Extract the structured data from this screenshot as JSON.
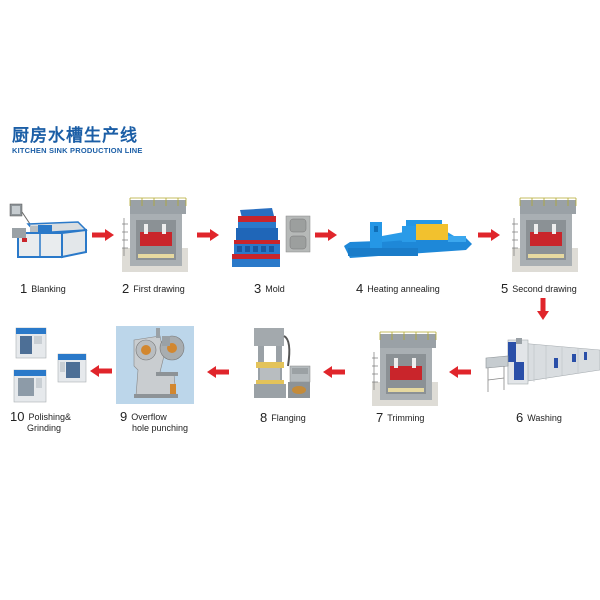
{
  "header": {
    "title_cn": "厨房水槽生产线",
    "title_en": "KITCHEN SINK PRODUCTION LINE"
  },
  "colors": {
    "title_blue": "#1b5ea6",
    "arrow_red": "#e0252b",
    "machine_blue": "#2a79c9",
    "machine_gray": "#9aa1a6",
    "press_red": "#c9252b",
    "annealing_yellow": "#f2c12e"
  },
  "steps": [
    {
      "num": "1",
      "label": "Blanking",
      "icon": "blanking-machine-icon"
    },
    {
      "num": "2",
      "label": "First drawing",
      "icon": "drawing-press-icon"
    },
    {
      "num": "3",
      "label": "Mold",
      "icon": "mold-icon"
    },
    {
      "num": "4",
      "label": "Heating annealing",
      "icon": "annealing-furnace-icon"
    },
    {
      "num": "5",
      "label": "Second drawing",
      "icon": "drawing-press-icon"
    },
    {
      "num": "6",
      "label": "Washing",
      "icon": "washing-line-icon"
    },
    {
      "num": "7",
      "label": "Trimming",
      "icon": "trimming-press-icon"
    },
    {
      "num": "8",
      "label": "Flanging",
      "icon": "hydraulic-press-icon"
    },
    {
      "num": "9",
      "label": "Overflow",
      "label2": "hole punching",
      "icon": "punch-press-icon"
    },
    {
      "num": "10",
      "label": "Polishing&",
      "label2": "Grinding",
      "icon": "polishing-machine-icon"
    }
  ]
}
